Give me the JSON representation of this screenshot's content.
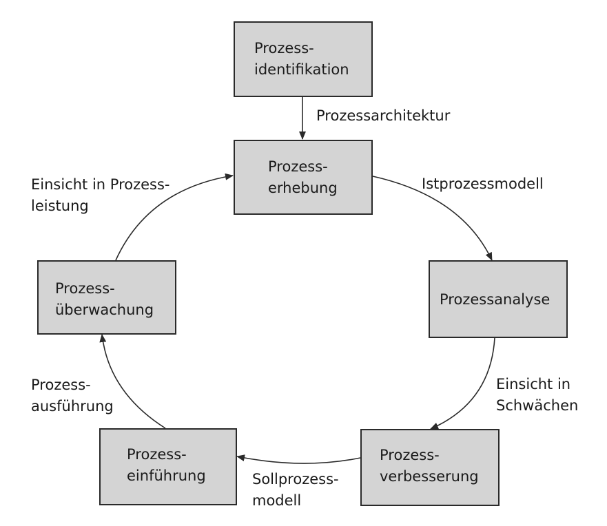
{
  "nodes": {
    "identifikation": {
      "line1": "Prozess-",
      "line2": "identifikation"
    },
    "erhebung": {
      "line1": "Prozess-",
      "line2": "erhebung"
    },
    "analyse": {
      "line1": "Prozessanalyse"
    },
    "verbesserung": {
      "line1": "Prozess-",
      "line2": "verbesserung"
    },
    "einfuehrung": {
      "line1": "Prozess-",
      "line2": "einführung"
    },
    "ueberwachung": {
      "line1": "Prozess-",
      "line2": "überwachung"
    }
  },
  "edges": {
    "prozessarchitektur": {
      "line1": "Prozessarchitektur"
    },
    "istprozessmodell": {
      "line1": "Istprozessmodell"
    },
    "einsicht_schwaechen": {
      "line1": "Einsicht in",
      "line2": "Schwächen"
    },
    "sollprozessmodell": {
      "line1": "Sollprozess-",
      "line2": "modell"
    },
    "prozessausfuehrung": {
      "line1": "Prozess-",
      "line2": "ausführung"
    },
    "einsicht_leistung": {
      "line1": "Einsicht in Prozess-",
      "line2": "leistung"
    }
  },
  "colors": {
    "box_fill": "#d4d4d4",
    "stroke": "#2a2a2a",
    "text": "#1a1a1a"
  }
}
